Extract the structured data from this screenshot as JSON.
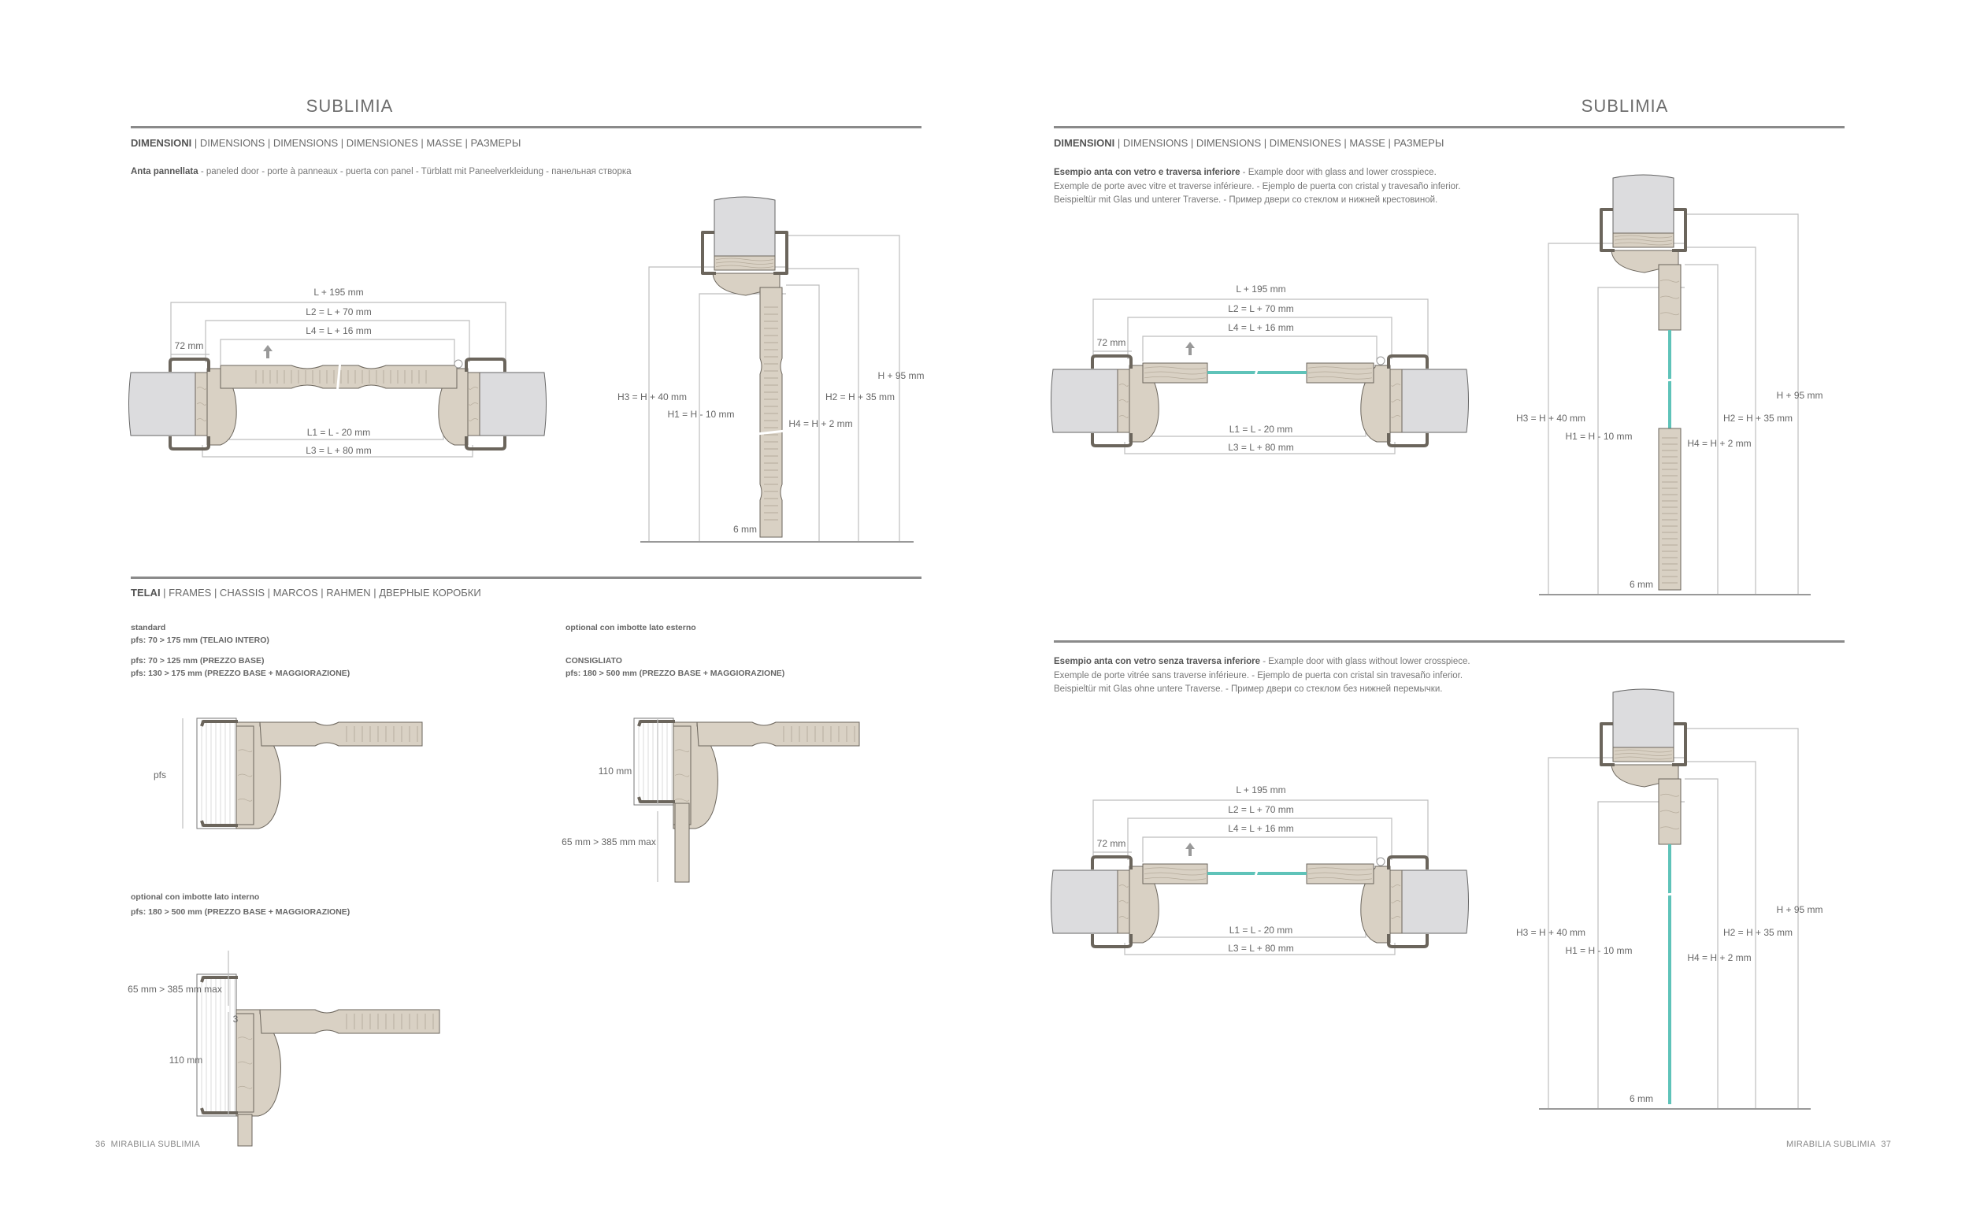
{
  "left_page": {
    "brand": "SUBLIMIA",
    "dimensions_header": {
      "bold": "DIMENSIONI",
      "rest": " | DIMENSIONS | DIMENSIONS | DIMENSIONES | MASSE | РАЗМЕРЫ"
    },
    "door_caption": {
      "bold": "Anta pannellata",
      "rest": " - paneled door - porte à panneaux - puerta con panel - Türblatt mit Paneelverkleidung - панельная створка"
    },
    "plan_labels": {
      "l195": "L + 195 mm",
      "l2": "L2 = L + 70 mm",
      "l4": "L4 = L + 16 mm",
      "w72": "72 mm",
      "l1": "L1 = L - 20 mm",
      "l3": "L3 = L + 80 mm"
    },
    "section_labels": {
      "h3": "H3 = H + 40 mm",
      "h1": "H1 = H - 10 mm",
      "h4": "H4 = H + 2 mm",
      "h2": "H2 = H + 35 mm",
      "h95": "H + 95 mm",
      "gap": "6 mm"
    },
    "frames_header": {
      "bold": "TELAI",
      "rest": " | FRAMES | CHASSIS | MARCOS | RAHMEN | ДВЕРНЫЕ КОРОБКИ"
    },
    "standard": {
      "title": "standard",
      "line1": "pfs: 70 > 175 mm (TELAIO INTERO)",
      "line2": "pfs: 70 > 125 mm (PREZZO BASE)",
      "line3": "pfs: 130 > 175 mm (PREZZO BASE + MAGGIORAZIONE)",
      "pfs_label": "pfs"
    },
    "esterno": {
      "title": "optional con imbotte lato esterno",
      "line1": "CONSIGLIATO",
      "line2": "pfs: 180 > 500 mm (PREZZO BASE + MAGGIORAZIONE)",
      "dim1": "110 mm",
      "dim2": "65 mm > 385 mm max"
    },
    "interno": {
      "title": "optional con imbotte lato interno",
      "line1": "pfs: 180 > 500 mm (PREZZO BASE + MAGGIORAZIONE)",
      "dim1": "65 mm > 385 mm max",
      "dim2": "3",
      "dim3": "110 mm"
    },
    "footer": {
      "page": "36",
      "title": "MIRABILIA SUBLIMIA"
    }
  },
  "right_page": {
    "brand": "SUBLIMIA",
    "dimensions_header": {
      "bold": "DIMENSIONI",
      "rest": " | DIMENSIONS | DIMENSIONS | DIMENSIONES | MASSE | РАЗМЕРЫ"
    },
    "example1": {
      "bold": "Esempio anta con vetro e traversa inferiore",
      "rest": " - Example door with glass and lower crosspiece.",
      "line2": "Exemple de porte avec vitre et traverse inférieure. - Ejemplo de puerta con cristal y travesaño inferior.",
      "line3": "Beispieltür mit Glas und unterer Traverse. - Пример двери со стеклом и нижней крестовиной."
    },
    "example2": {
      "bold": "Esempio anta con vetro senza traversa inferiore",
      "rest": " - Example door with glass without lower crosspiece.",
      "line2": "Exemple de porte vitrée sans traverse inférieure. - Ejemplo de puerta con cristal sin travesaño inferior.",
      "line3": "Beispieltür mit Glas ohne untere Traverse. - Пример двери со стеклом без нижней перемычки."
    },
    "plan_labels": {
      "l195": "L + 195 mm",
      "l2": "L2 = L + 70 mm",
      "l4": "L4 = L + 16 mm",
      "w72": "72 mm",
      "l1": "L1 = L - 20 mm",
      "l3": "L3 = L + 80 mm"
    },
    "section_labels": {
      "h3": "H3 = H + 40 mm",
      "h1": "H1 = H - 10 mm",
      "h4": "H4 = H + 2 mm",
      "h2": "H2 = H + 35 mm",
      "h95": "H + 95 mm",
      "gap": "6 mm"
    },
    "footer": {
      "page": "37",
      "title": "MIRABILIA SUBLIMIA"
    }
  },
  "colors": {
    "glass": "#5fc3b9",
    "wood": "#d9d1c4",
    "wall": "#dcdcde",
    "outline": "#6b655c",
    "dim_line": "#bdbdbd"
  }
}
